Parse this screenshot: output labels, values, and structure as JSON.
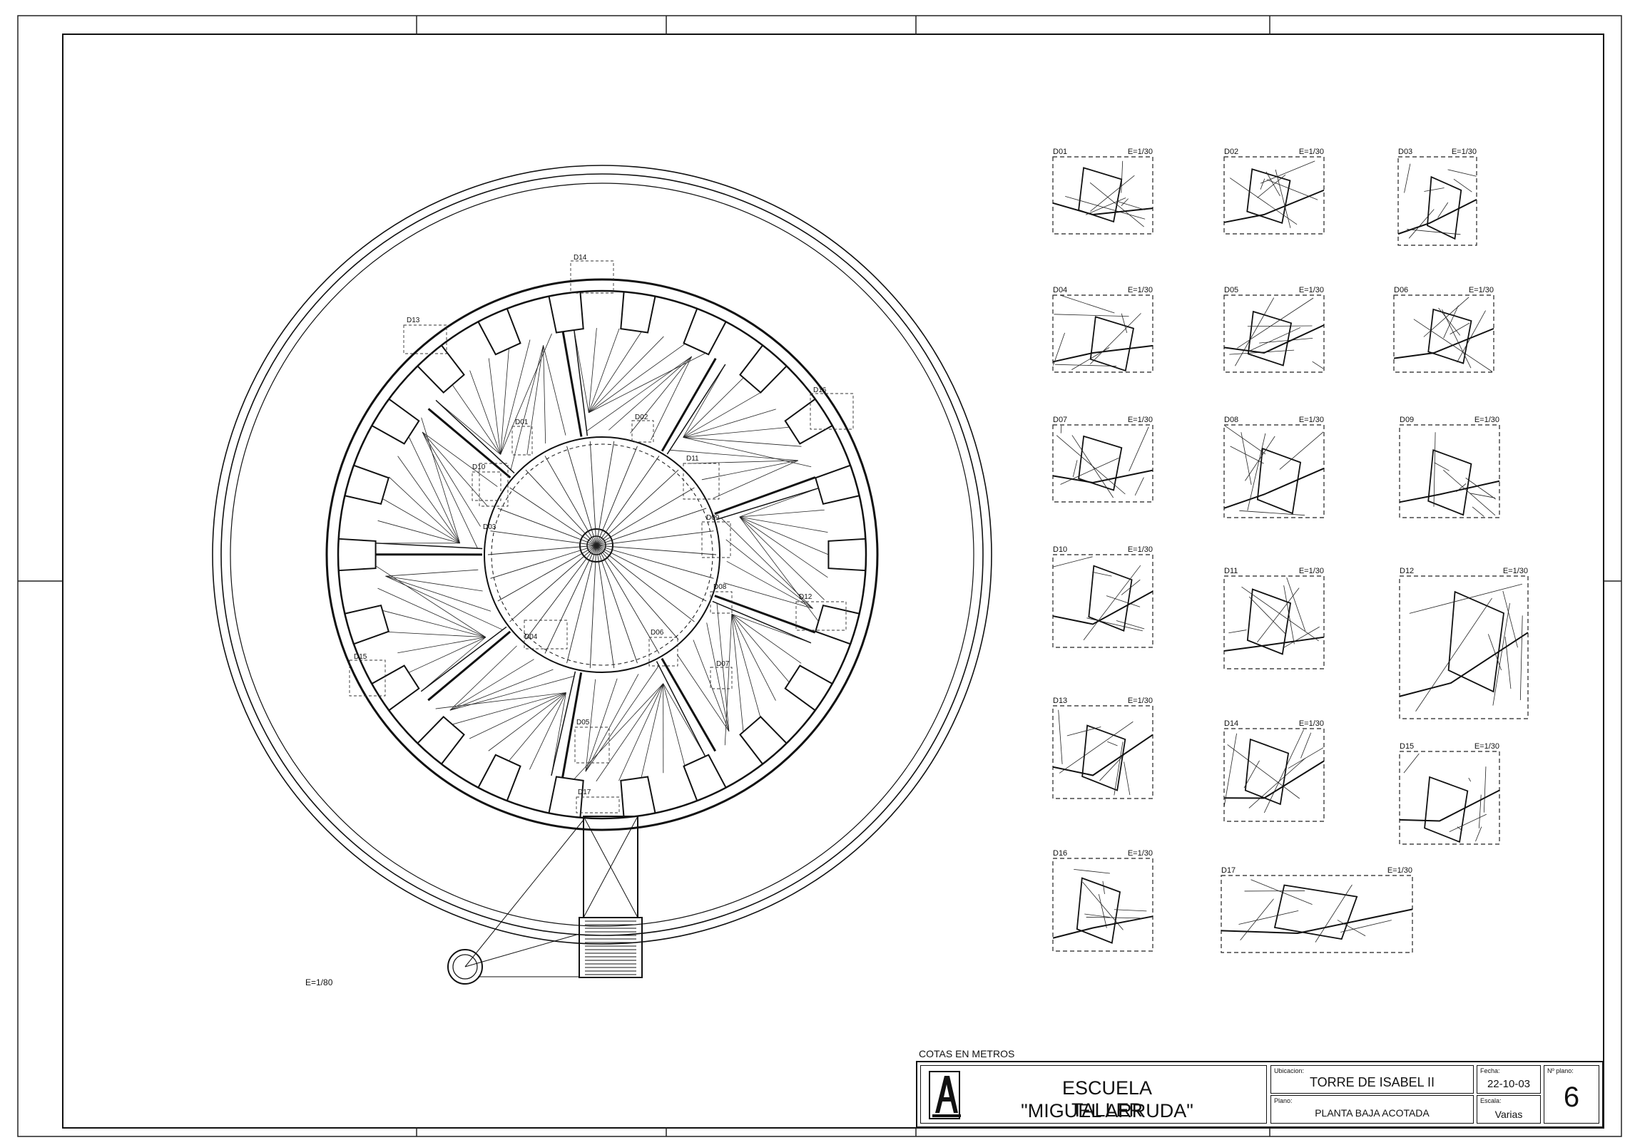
{
  "plan": {
    "scale_label": "E=1/80",
    "callouts": [
      "D01",
      "D02",
      "D03",
      "D04",
      "D05",
      "D06",
      "D07",
      "D08",
      "D09",
      "D10",
      "D11",
      "D12",
      "D13",
      "D14",
      "D15",
      "D16",
      "D17"
    ]
  },
  "details": [
    {
      "id": "D01",
      "scale": "E=1/30"
    },
    {
      "id": "D02",
      "scale": "E=1/30"
    },
    {
      "id": "D03",
      "scale": "E=1/30"
    },
    {
      "id": "D04",
      "scale": "E=1/30"
    },
    {
      "id": "D05",
      "scale": "E=1/30"
    },
    {
      "id": "D06",
      "scale": "E=1/30"
    },
    {
      "id": "D07",
      "scale": "E=1/30"
    },
    {
      "id": "D08",
      "scale": "E=1/30"
    },
    {
      "id": "D09",
      "scale": "E=1/30"
    },
    {
      "id": "D10",
      "scale": "E=1/30"
    },
    {
      "id": "D11",
      "scale": "E=1/30"
    },
    {
      "id": "D12",
      "scale": "E=1/30"
    },
    {
      "id": "D13",
      "scale": "E=1/30"
    },
    {
      "id": "D14",
      "scale": "E=1/30"
    },
    {
      "id": "D15",
      "scale": "E=1/30"
    },
    {
      "id": "D16",
      "scale": "E=1/30"
    },
    {
      "id": "D17",
      "scale": "E=1/30"
    }
  ],
  "title_block": {
    "note": "COTAS EN METROS",
    "school_line1": "ESCUELA TALLER",
    "school_line2": "\"MIGUEL ARRUDA\"",
    "location_label": "Ubicacion:",
    "location_value": "TORRE DE ISABEL II",
    "plan_label": "Plano:",
    "plan_value": "PLANTA BAJA ACOTADA",
    "date_label": "Fecha:",
    "date_value": "22-10-03",
    "scale_label": "Escala:",
    "scale_value": "Varias",
    "sheet_label": "Nº plano:",
    "sheet_value": "6"
  }
}
